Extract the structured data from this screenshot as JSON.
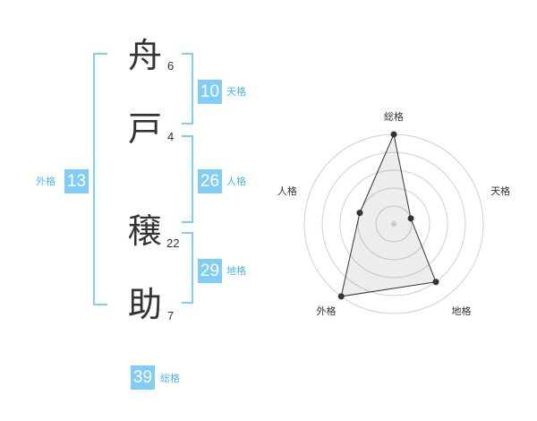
{
  "name": {
    "chars": [
      "舟",
      "戸",
      "穣",
      "助"
    ],
    "strokes": [
      "6",
      "4",
      "22",
      "7"
    ]
  },
  "kaku": {
    "tenkaku": {
      "value": "10",
      "label": "天格"
    },
    "jinkaku": {
      "value": "26",
      "label": "人格"
    },
    "chikaku": {
      "value": "29",
      "label": "地格"
    },
    "gaikaku": {
      "value": "13",
      "label": "外格"
    },
    "soukaku": {
      "value": "39",
      "label": "総格"
    }
  },
  "chart_data": {
    "type": "radar",
    "axes": [
      "総格",
      "天格",
      "地格",
      "外格",
      "人格"
    ],
    "values": [
      5,
      1,
      4,
      5,
      2
    ],
    "max": 5,
    "rings": 5
  },
  "colors": {
    "accent": "#82cdf5",
    "accent_text": "#4bb5ee",
    "text": "#333333"
  }
}
